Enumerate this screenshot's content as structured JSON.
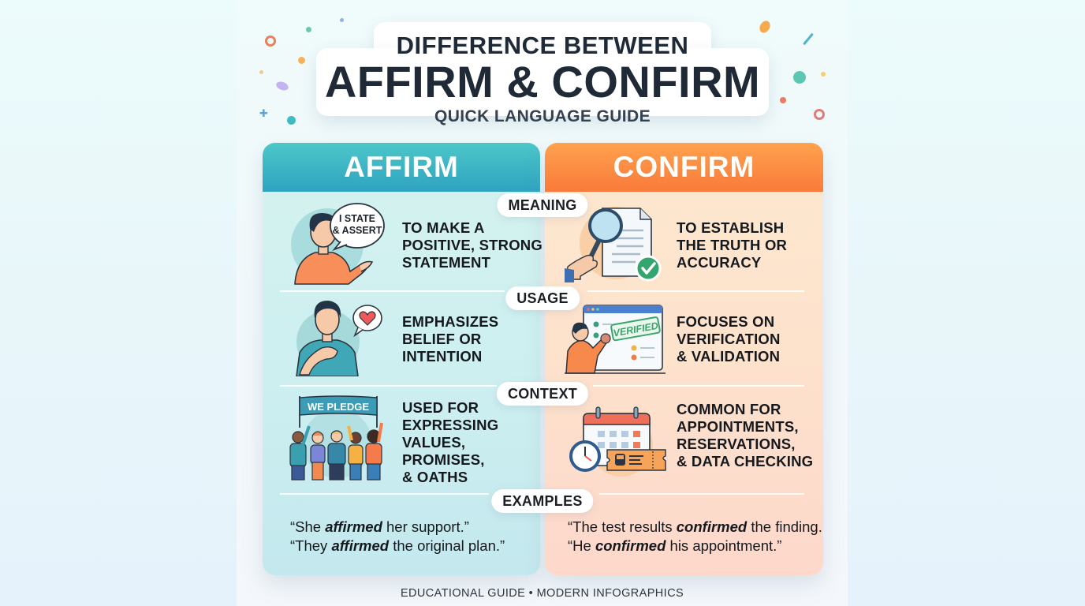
{
  "header": {
    "title_line1": "DIFFERENCE BETWEEN",
    "title_line2": "AFFIRM & CONFIRM",
    "subtitle": "QUICK LANGUAGE GUIDE"
  },
  "columns": {
    "affirm": {
      "label": "AFFIRM",
      "color_top": "#4cc7c9",
      "color_bottom": "#2fa3c0"
    },
    "confirm": {
      "label": "CONFIRM",
      "color_top": "#ffa24e",
      "color_bottom": "#f97a3a"
    }
  },
  "sections": [
    {
      "label": "MEANING",
      "affirm_text": "TO MAKE A\nPOSITIVE, STRONG\nSTATEMENT",
      "confirm_text": "TO ESTABLISH\nTHE TRUTH OR\nACCURACY",
      "affirm_icon": "person-speech-bubble-icon",
      "confirm_icon": "magnifier-document-check-icon",
      "affirm_bubble_text": "I STATE\n& ASSERT"
    },
    {
      "label": "USAGE",
      "affirm_text": "EMPHASIZES\nBELIEF OR\nINTENTION",
      "confirm_text": "FOCUSES ON\nVERIFICATION\n& VALIDATION",
      "affirm_icon": "person-hand-on-heart-icon",
      "confirm_icon": "person-stamping-verified-icon",
      "confirm_stamp_text": "VERIFIED"
    },
    {
      "label": "CONTEXT",
      "affirm_text": "USED FOR\nEXPRESSING\nVALUES,\nPROMISES,\n& OATHS",
      "confirm_text": "COMMON FOR\nAPPOINTMENTS,\nRESERVATIONS,\n& DATA CHECKING",
      "affirm_icon": "group-pledge-banner-icon",
      "confirm_icon": "calendar-clock-ticket-icon",
      "affirm_banner_text": "WE PLEDGE"
    },
    {
      "label": "EXAMPLES",
      "affirm_examples": [
        {
          "before": "“She ",
          "keyword": "affirmed",
          "after": " her support.”"
        },
        {
          "before": "“They ",
          "keyword": "affirmed",
          "after": " the original plan.”"
        }
      ],
      "confirm_examples": [
        {
          "before": "“The test results ",
          "keyword": "confirmed",
          "after": " the finding."
        },
        {
          "before": "“He ",
          "keyword": "confirmed",
          "after": " his appointment.”"
        }
      ]
    }
  ],
  "footer": "EDUCATIONAL GUIDE • MODERN INFOGRAPHICS"
}
